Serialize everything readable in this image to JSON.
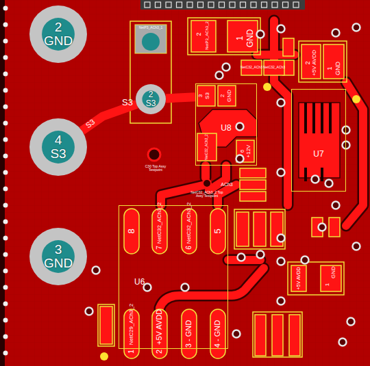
{
  "diagram": {
    "nodes": [
      {
        "text": [
          "2",
          "GND"
        ]
      },
      {
        "text": [
          "4",
          "S3"
        ]
      },
      {
        "text": [
          "3",
          "GND"
        ]
      },
      {
        "text": [
          "NetP3_ACh3_1"
        ]
      },
      {
        "text": [
          "2",
          "S3"
        ]
      },
      {
        "text": [
          "U8"
        ]
      },
      {
        "text": [
          "U7"
        ]
      },
      {
        "text": [
          "U6"
        ]
      }
    ],
    "edges": [
      {
        "from": 1,
        "to": 4,
        "arrow": "none",
        "label": "S3"
      },
      {
        "from": 4,
        "to": 5,
        "arrow": "none"
      }
    ],
    "labels": [
      "2",
      "NetP3_ACh3_2",
      "1",
      "GND",
      "3",
      "S3",
      "2",
      "GND",
      "NetC32_ACh3_2",
      "6",
      "+12V",
      "C30 Top Assy Testpoint",
      "NetC32_ACh3_2 Top Assy Testpoint",
      "ACh3",
      "NetC32_ACh3",
      "NetC32_ACh3",
      "2",
      "+5V AVDD",
      "1",
      "GND",
      "8",
      "7",
      "NetC32_ACh3_2",
      "6",
      "NetC32_ACh3_2",
      "5",
      "1",
      "NetC29_ACh3_2",
      "2",
      "+5V AVDD",
      "3 - GND",
      "4 - GND",
      "+5V AVDD",
      "1",
      "GND",
      "S3"
    ]
  }
}
